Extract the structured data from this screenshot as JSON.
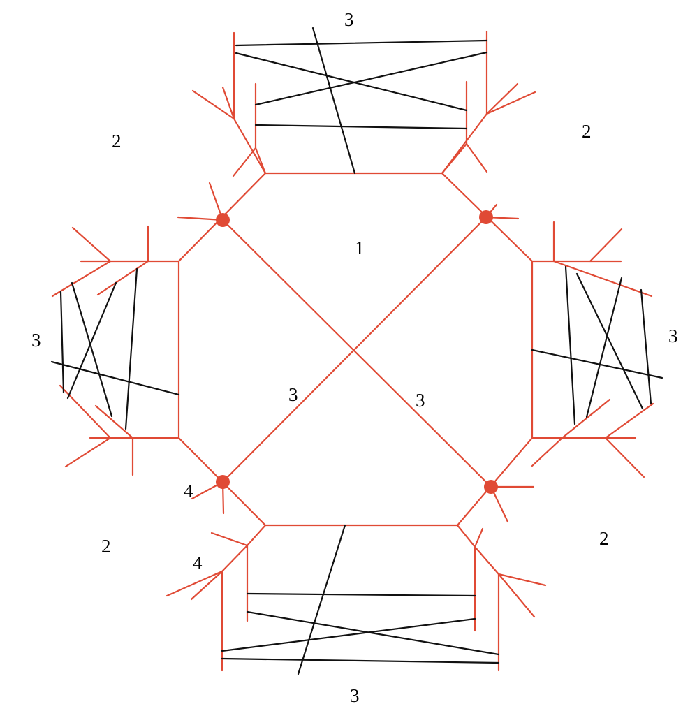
{
  "diagram": {
    "colors": {
      "graph": "#e04a35",
      "lines": "#111111",
      "labels": "#000000"
    },
    "labels": {
      "top": "3",
      "top_left": "2",
      "top_right": "2",
      "center": "1",
      "left": "3",
      "right": "3",
      "diag_left": "3",
      "diag_right": "3",
      "vertex_bottom_left": "4",
      "bottom_left_inner": "4",
      "bottom_left": "2",
      "bottom_right": "2",
      "bottom": "3"
    }
  }
}
